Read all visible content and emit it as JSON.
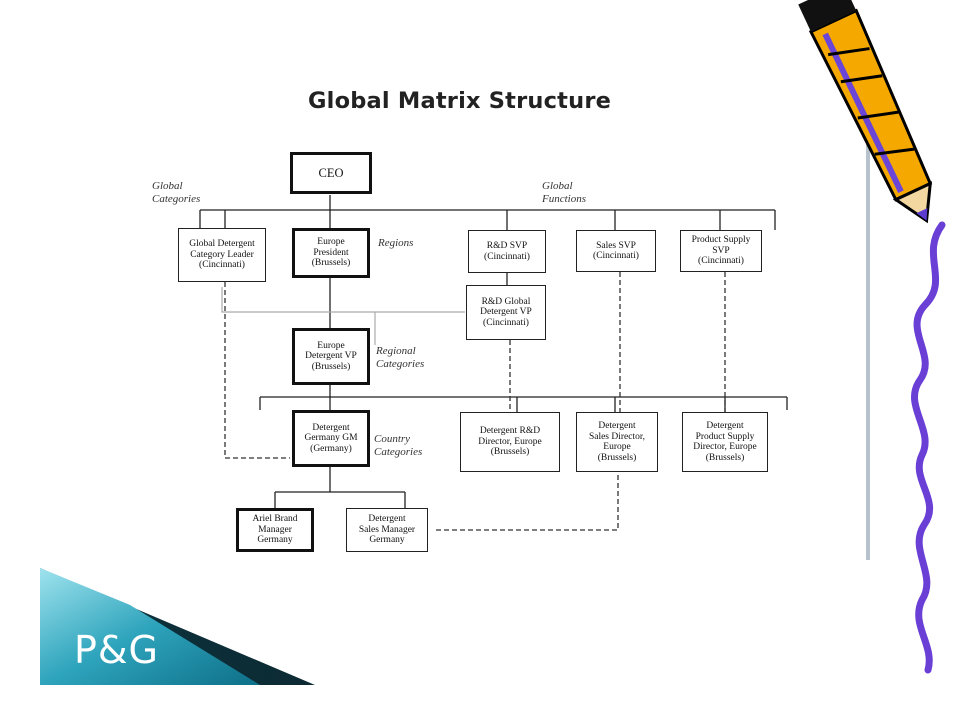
{
  "title": "Global Matrix Structure",
  "brand": "P&G",
  "chart": {
    "ceo": "CEO",
    "left_group_label": "Global\nCategories",
    "right_group_label": "Global\nFunctions",
    "regions_label": "Regions",
    "regional_categories_label": "Regional\nCategories",
    "country_categories_label": "Country\nCategories",
    "boxes": {
      "global_detergent": "Global Detergent\nCategory Leader\n(Cincinnati)",
      "europe_president": "Europe\nPresident\n(Brussels)",
      "rd_svp": "R&D SVP\n(Cincinnati)",
      "sales_svp": "Sales SVP\n(Cincinnati)",
      "product_supply_svp": "Product Supply\nSVP\n(Cincinnati)",
      "rd_global_vp": "R&D Global\nDetergent VP\n(Cincinnati)",
      "europe_detergent_vp": "Europe\nDetergent VP\n(Brussels)",
      "germany_gm": "Detergent\nGermany GM\n(Germany)",
      "rd_director": "Detergent R&D\nDirector, Europe\n(Brussels)",
      "sales_director": "Detergent\nSales Director,\nEurope\n(Brussels)",
      "supply_director": "Detergent\nProduct Supply\nDirector, Europe\n(Brussels)",
      "brand_manager": "Ariel Brand\nManager\nGermany",
      "sales_manager": "Detergent\nSales Manager\nGermany"
    }
  }
}
